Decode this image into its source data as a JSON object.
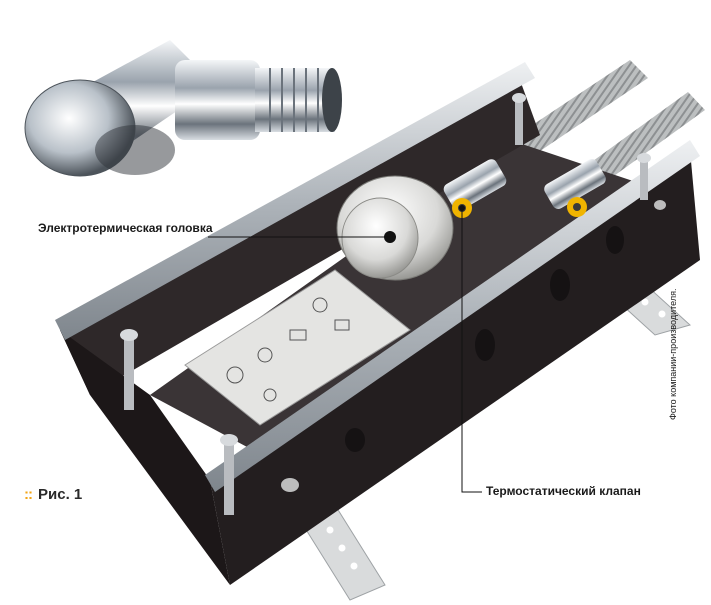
{
  "labels": {
    "head": "Электротермическая головка",
    "valve": "Термостатический клапан"
  },
  "figure": {
    "marker": "::",
    "caption": "Рис. 1"
  },
  "credit": "Фото компании-производителя.",
  "colors": {
    "accent": "#f2a516",
    "body": "#2a2426",
    "chrome": "#c9ced4",
    "brass_ring": "#f0b400"
  }
}
